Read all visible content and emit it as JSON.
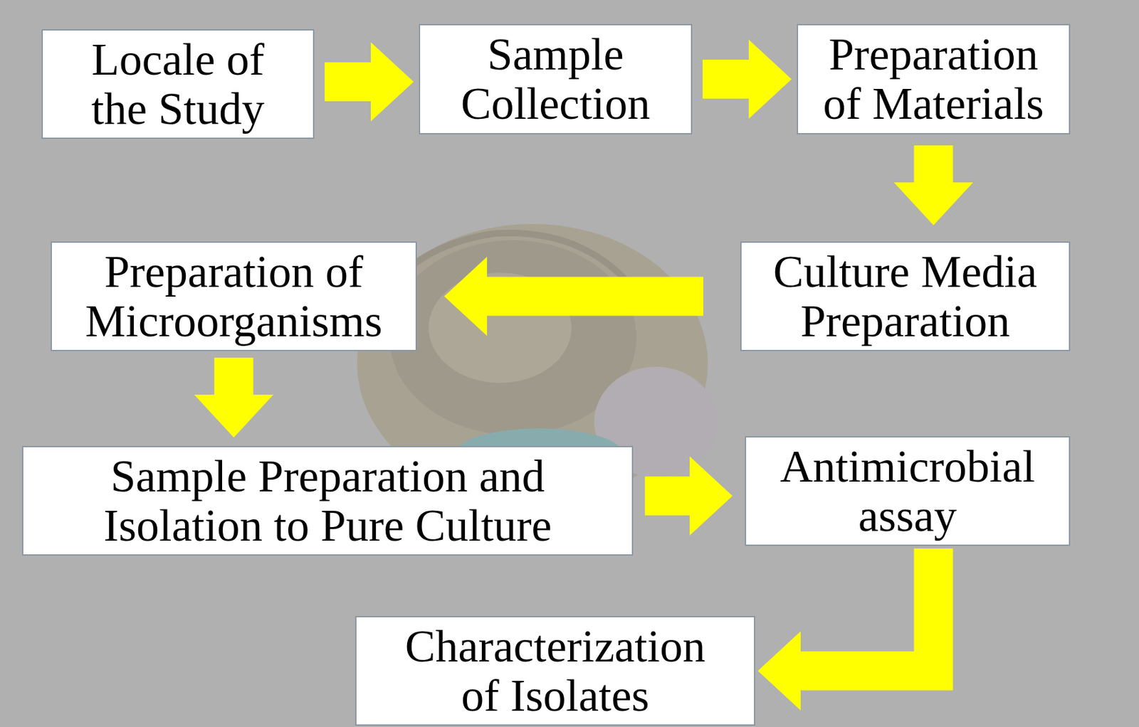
{
  "diagram": {
    "nodes": [
      {
        "text": [
          "Locale of the Study"
        ]
      },
      {
        "text": [
          "Sample Collection"
        ]
      },
      {
        "text": [
          "Preparation of Materials"
        ]
      },
      {
        "text": [
          "Culture Media Preparation"
        ]
      },
      {
        "text": [
          "Preparation of Microorganisms"
        ]
      },
      {
        "text": [
          "Sample Preparation and Isolation to Pure Culture"
        ]
      },
      {
        "text": [
          "Antimicrobial assay"
        ]
      },
      {
        "text": [
          "Characterization of Isolates"
        ]
      }
    ],
    "edges": [
      {
        "from": 0,
        "to": 1,
        "arrow": "to"
      },
      {
        "from": 1,
        "to": 2,
        "arrow": "to"
      },
      {
        "from": 2,
        "to": 3,
        "arrow": "to"
      },
      {
        "from": 3,
        "to": 4,
        "arrow": "to"
      },
      {
        "from": 4,
        "to": 5,
        "arrow": "to"
      },
      {
        "from": 5,
        "to": 6,
        "arrow": "to"
      },
      {
        "from": 6,
        "to": 7,
        "arrow": "to"
      }
    ]
  }
}
